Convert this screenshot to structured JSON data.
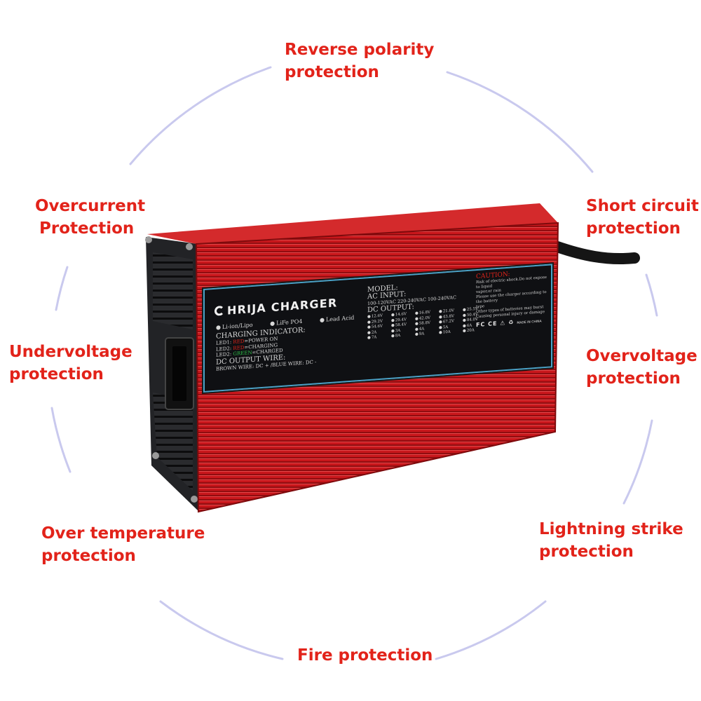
{
  "labels": {
    "reverse_polarity": [
      "Reverse polarity",
      "protection"
    ],
    "short_circuit": [
      "Short circuit",
      "protection"
    ],
    "overcurrent": [
      "Overcurrent",
      "Protection"
    ],
    "undervoltage": [
      "Undervoltage",
      "protection"
    ],
    "overvoltage": [
      "Overvoltage",
      "protection"
    ],
    "over_temperature": [
      "Over temperature",
      "protection"
    ],
    "lightning_strike": [
      "Lightning strike",
      "protection"
    ],
    "fire": [
      "Fire protection"
    ]
  },
  "charger": {
    "brand": "HRIJA CHARGER",
    "chemistries": [
      "Li-ion/Lipo",
      "LiFe PO4",
      "Lead Acid"
    ],
    "charging_indicator": "CHARGING INDICATOR:",
    "led1_prefix": "LED1: ",
    "led1_color": "RED",
    "led1_text": "=POWER ON",
    "led2a_prefix": "LED2: ",
    "led2a_color": "RED",
    "led2a_text": "=CHARGING",
    "led2b_prefix": "LED2: ",
    "led2b_color": "GREEN",
    "led2b_text": "=CHARGED",
    "dc_output_wire": "DC OUTPUT WIRE:",
    "wire_colors": "BROWN WIRE: DC + /BLUE WIRE: DC -",
    "model": "MODEL:",
    "ac_input": "AC INPUT:",
    "ac_options": [
      "100-120VAC",
      "220-240VAC",
      "100-240VAC"
    ],
    "dc_output": "DC OUTPUT:",
    "voltages": [
      "12.6V",
      "14.6V",
      "16.8V",
      "21.0V",
      "25.5V",
      "29.2V",
      "29.4V",
      "42.0V",
      "43.8V",
      "50.4V",
      "54.6V",
      "58.4V",
      "58.8V",
      "67.2V",
      "84.0V",
      "2A",
      "3A",
      "4A",
      "5A",
      "6A",
      "7A",
      "8A",
      "9A",
      "10A",
      "20A"
    ],
    "caution_title": "CAUTION:",
    "caution_lines": [
      "Risk of electric shock.Do not expose to liquid",
      "vapor,or rain",
      "Please use the charger according to the battery",
      "type",
      "Other types of batteries may burst",
      "Causing personal injury or damage"
    ],
    "cert_marks": "FC CE",
    "made_in": "MADE IN CHINA"
  },
  "colors": {
    "label_red": "#e2231a",
    "arc_lavender": "#c9c9ee",
    "housing_red": "#c8161b",
    "panel_black": "#0f1013",
    "panel_border": "#4aa3c8"
  }
}
